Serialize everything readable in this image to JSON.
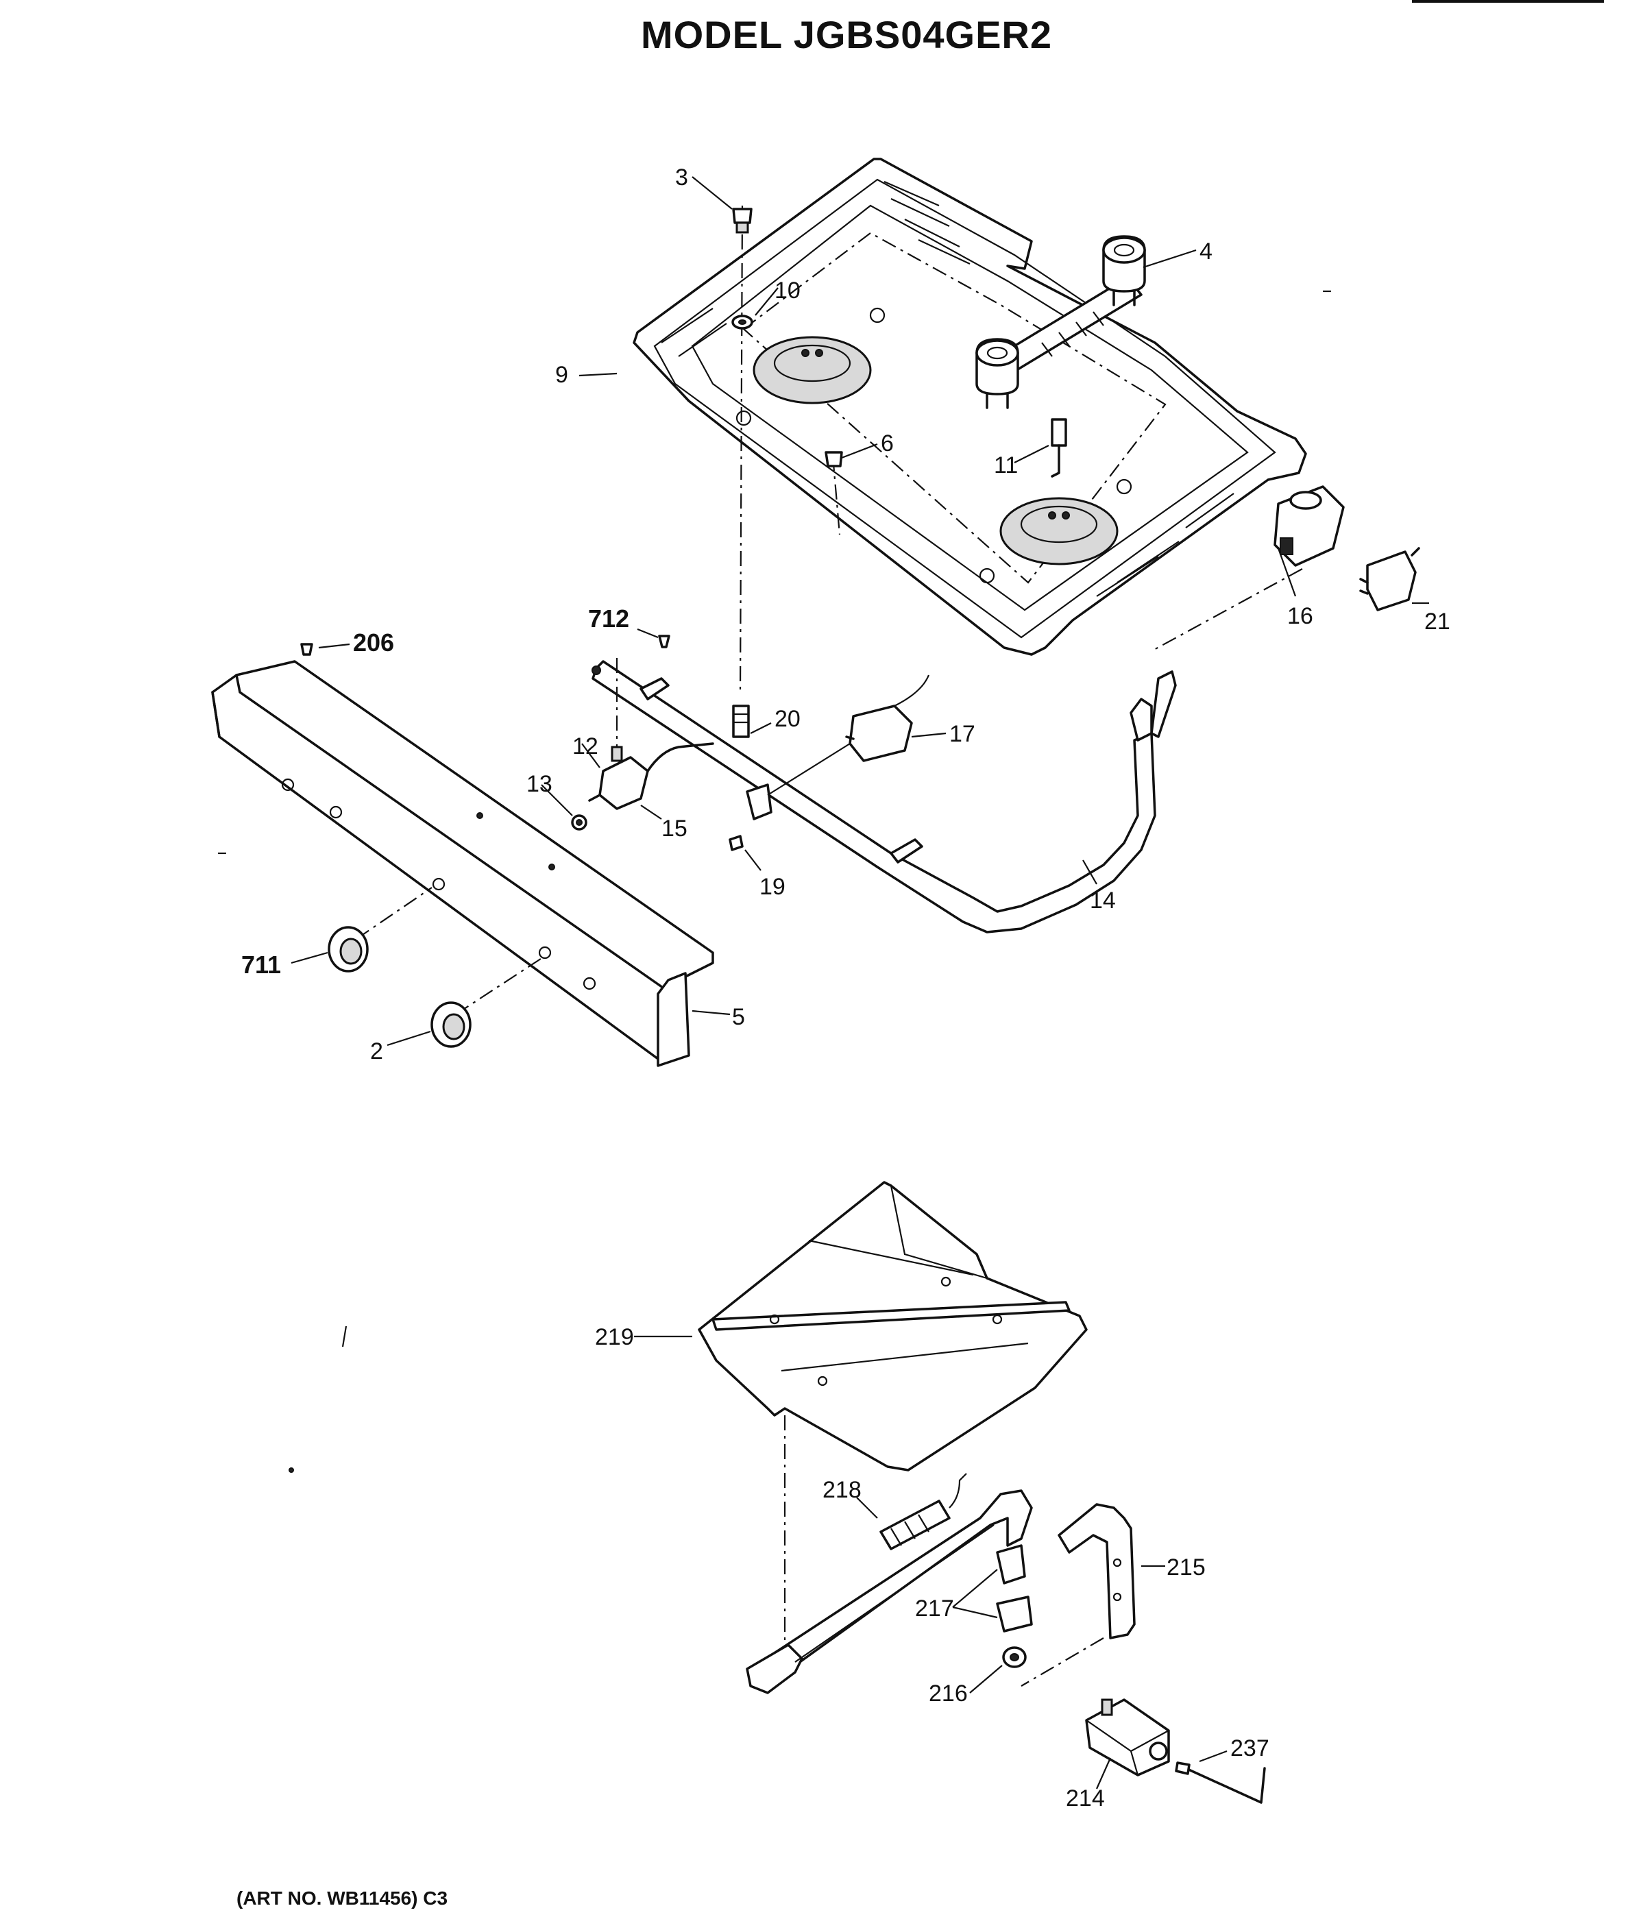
{
  "title": "MODEL JGBS04GER2",
  "art_no": "(ART NO. WB11456) C3",
  "callouts": {
    "c2": "2",
    "c3": "3",
    "c4": "4",
    "c5": "5",
    "c6": "6",
    "c9": "9",
    "c10": "10",
    "c11": "11",
    "c12": "12",
    "c13": "13",
    "c14": "14",
    "c15": "15",
    "c16": "16",
    "c17": "17",
    "c19": "19",
    "c20": "20",
    "c21": "21",
    "c206": "206",
    "c214": "214",
    "c215": "215",
    "c216": "216",
    "c217": "217",
    "c218": "218",
    "c219": "219",
    "c237": "237",
    "c711": "711",
    "c712": "712"
  }
}
